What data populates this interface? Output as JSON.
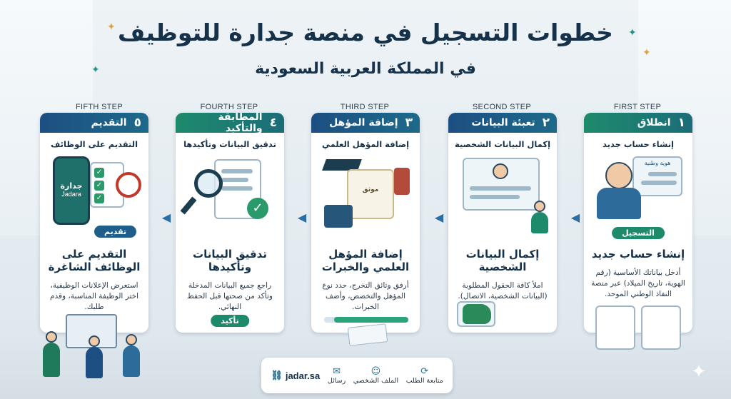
{
  "header": {
    "title": "خطوات التسجيل في منصة جدارة للتوظيف",
    "subtitle": "في المملكة العربية السعودية"
  },
  "steps": [
    {
      "en": "FIRST STEP",
      "num": "١",
      "head": "انطلاق",
      "sub": "إنشاء حساب جديد",
      "big": "إنشاء حساب جديد",
      "desc": "أدخل بياناتك الأساسية (رقم الهوية، تاريخ الميلاد) عبر منصة النفاذ الوطني الموحد.",
      "button": "التسجيل",
      "art_labels": [
        "هوية وطنية"
      ],
      "theme": "green"
    },
    {
      "en": "SECOND STEP",
      "num": "٢",
      "head": "تعبئة البيانات",
      "sub": "إكمال البيانات الشخصية",
      "big": "إكمال البيانات الشخصية",
      "desc": "املأ كافة الحقول المطلوبة (البيانات الشخصية، الاتصال).",
      "button": "",
      "theme": "blue"
    },
    {
      "en": "THIRD STEP",
      "num": "٣",
      "head": "إضافة المؤهل",
      "sub": "إضافة المؤهل العلمي",
      "big": "إضافة المؤهل العلمي والخبرات",
      "desc": "أرفق وثائق التخرج، حدد نوع المؤهل والتخصص، وأضف الخبرات.",
      "button": "",
      "art_labels": [
        "موثق"
      ],
      "theme": "blue"
    },
    {
      "en": "FOURTH STEP",
      "num": "٤",
      "head": "المطابقة والتأكيد",
      "sub": "تدقيق البيانات وتأكيدها",
      "big": "تدقيق البيانات وتأكيدها",
      "desc": "راجع جميع البيانات المدخلة وتأكد من صحتها قبل الحفظ النهائي.",
      "button": "تأكيد",
      "theme": "green"
    },
    {
      "en": "FIFTH STEP",
      "num": "٥",
      "head": "التقديم",
      "sub": "التقديم على الوظائف",
      "big": "التقديم على الوظائف الشاغرة",
      "desc": "استعرض الإعلانات الوظيفية، اختر الوظيفة المناسبة، وقدم طلبك.",
      "button": "تقديم",
      "art_labels": [
        "جدارة",
        "Jadara"
      ],
      "theme": "blue"
    }
  ],
  "bottom_bar": {
    "items": [
      {
        "icon": "track-icon",
        "label": "متابعة الطلب"
      },
      {
        "icon": "profile-icon",
        "label": "الملف الشخصي"
      },
      {
        "icon": "mail-icon",
        "label": "رسائل"
      }
    ],
    "link": "jadar.sa"
  },
  "colors": {
    "title": "#16324a",
    "green_header": "#1e8a6c",
    "blue_header": "#1d4f82",
    "connector": "#2b6ea3"
  }
}
